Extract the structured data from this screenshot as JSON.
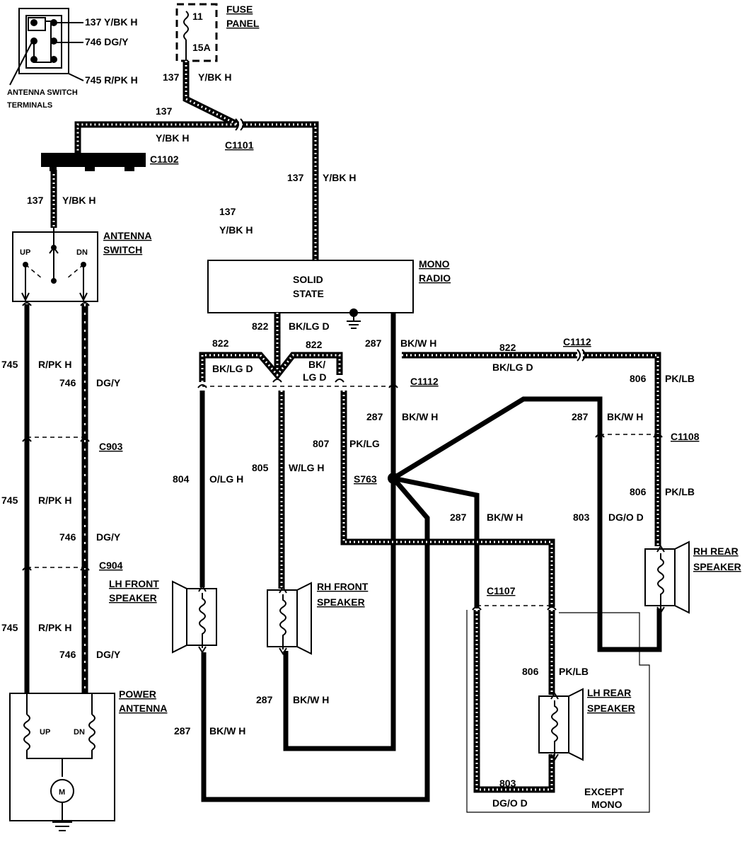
{
  "antenna_switch_terminals": {
    "pin1": "137 Y/BK H",
    "pin2": "746 DG/Y",
    "pin3": "745  R/PK H",
    "caption_line1": "ANTENNA SWITCH",
    "caption_line2": "TERMINALS"
  },
  "fuse_panel": {
    "fuse_num": "11",
    "fuse_rating": "15A",
    "label_line1": "FUSE",
    "label_line2": "PANEL"
  },
  "wire_labels": {
    "w137_fuse_num": "137",
    "w137_fuse_col": "Y/BK H",
    "w137_top_num": "137",
    "w137_top_col": "Y/BK H",
    "w137_radio_num": "137",
    "w137_radio_col": "Y/BK H",
    "w137_mid_num": "137",
    "w137_mid_col": "Y/BK H",
    "w137_sw_num": "137",
    "w137_sw_col": "Y/BK H",
    "w745_a_num": "745",
    "w745_a_col": "R/PK H",
    "w746_a_num": "746",
    "w746_a_col": "DG/Y",
    "w745_b_num": "745",
    "w745_b_col": "R/PK H",
    "w746_b_num": "746",
    "w746_b_col": "DG/Y",
    "w745_c_num": "745",
    "w745_c_col": "R/PK H",
    "w746_c_num": "746",
    "w746_c_col": "DG/Y",
    "w822_radio_num": "822",
    "w822_radio_col": "BK/LG D",
    "w822_left_num": "822",
    "w822_left_col": "BK/LG D",
    "w822_mid_num": "822",
    "w822_mid_col1": "BK/",
    "w822_mid_col2": "LG D",
    "w287_top_num": "287",
    "w287_top_col": "BK/W H",
    "w822_right_num": "822",
    "w822_right_col": "BK/LG D",
    "w287_mid_num": "287",
    "w287_mid_col": "BK/W H",
    "w807_num": "807",
    "w807_col": "PK/LG",
    "w804_num": "804",
    "w804_col": "O/LG H",
    "w805_num": "805",
    "w805_col": "W/LG H",
    "w806_a_num": "806",
    "w806_a_col": "PK/LB",
    "w287_r_num": "287",
    "w287_r_col": "BK/W H",
    "w806_b_num": "806",
    "w806_b_col": "PK/LB",
    "w803_r_num": "803",
    "w803_r_col": "DG/O D",
    "w287_s_num": "287",
    "w287_s_col": "BK/W H",
    "w806_c_num": "806",
    "w806_c_col": "PK/LB",
    "w287_rf_num": "287",
    "w287_rf_col": "BK/W H",
    "w287_lf_num": "287",
    "w287_lf_col": "BK/W H",
    "w803_b_num": "803",
    "w803_b_col": "DG/O D"
  },
  "connectors": {
    "c1101": "C1101",
    "c1102": "C1102",
    "c903": "C903",
    "c904": "C904",
    "c1112_a": "C1112",
    "c1112_b": "C1112",
    "c1108": "C1108",
    "c1107": "C1107",
    "s763": "S763"
  },
  "components": {
    "antenna_switch_l1": "ANTENNA",
    "antenna_switch_l2": "SWITCH",
    "switch_up": "UP",
    "switch_dn": "DN",
    "radio_inner_l1": "SOLID",
    "radio_inner_l2": "STATE",
    "radio_l1": "MONO",
    "radio_l2": "RADIO",
    "lh_front_l1": "LH FRONT",
    "lh_front_l2": "SPEAKER",
    "rh_front_l1": "RH FRONT",
    "rh_front_l2": "SPEAKER",
    "rh_rear_l1": "RH REAR",
    "rh_rear_l2": "SPEAKER",
    "lh_rear_l1": "LH REAR",
    "lh_rear_l2": "SPEAKER",
    "power_antenna_l1": "POWER",
    "power_antenna_l2": "ANTENNA",
    "motor_up": "UP",
    "motor_dn": "DN",
    "motor": "M",
    "except_l1": "EXCEPT",
    "except_l2": "MONO"
  }
}
